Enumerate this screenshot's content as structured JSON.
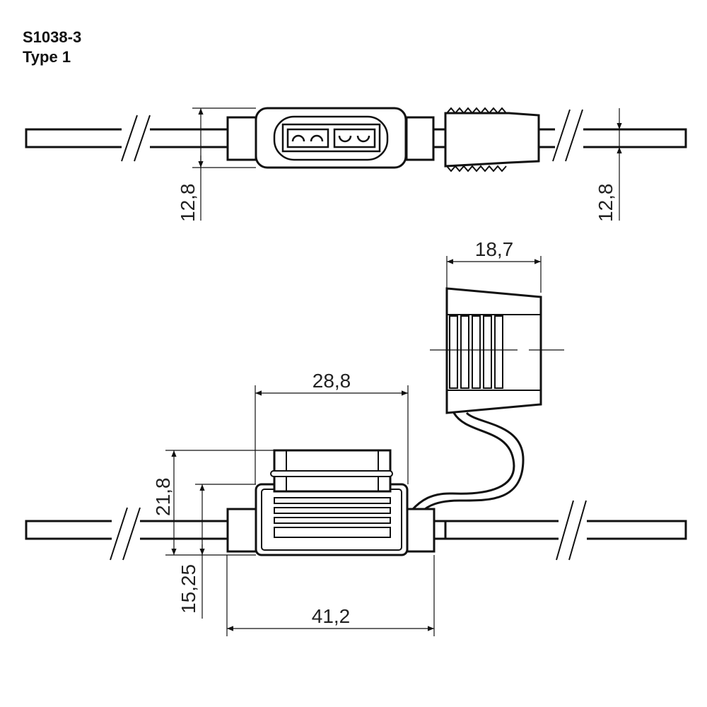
{
  "header": {
    "part_number": "S1038-3",
    "type_label": "Type 1"
  },
  "top_view": {
    "dim_left": "12,8",
    "dim_right": "12,8"
  },
  "front_view": {
    "dim_cap_width": "18,7",
    "dim_holder_width": "28,8",
    "dim_total_height": "21,8",
    "dim_body_height": "15,25",
    "dim_total_length": "41,2"
  },
  "colors": {
    "line": "#111111",
    "fill": "#ffffff"
  }
}
